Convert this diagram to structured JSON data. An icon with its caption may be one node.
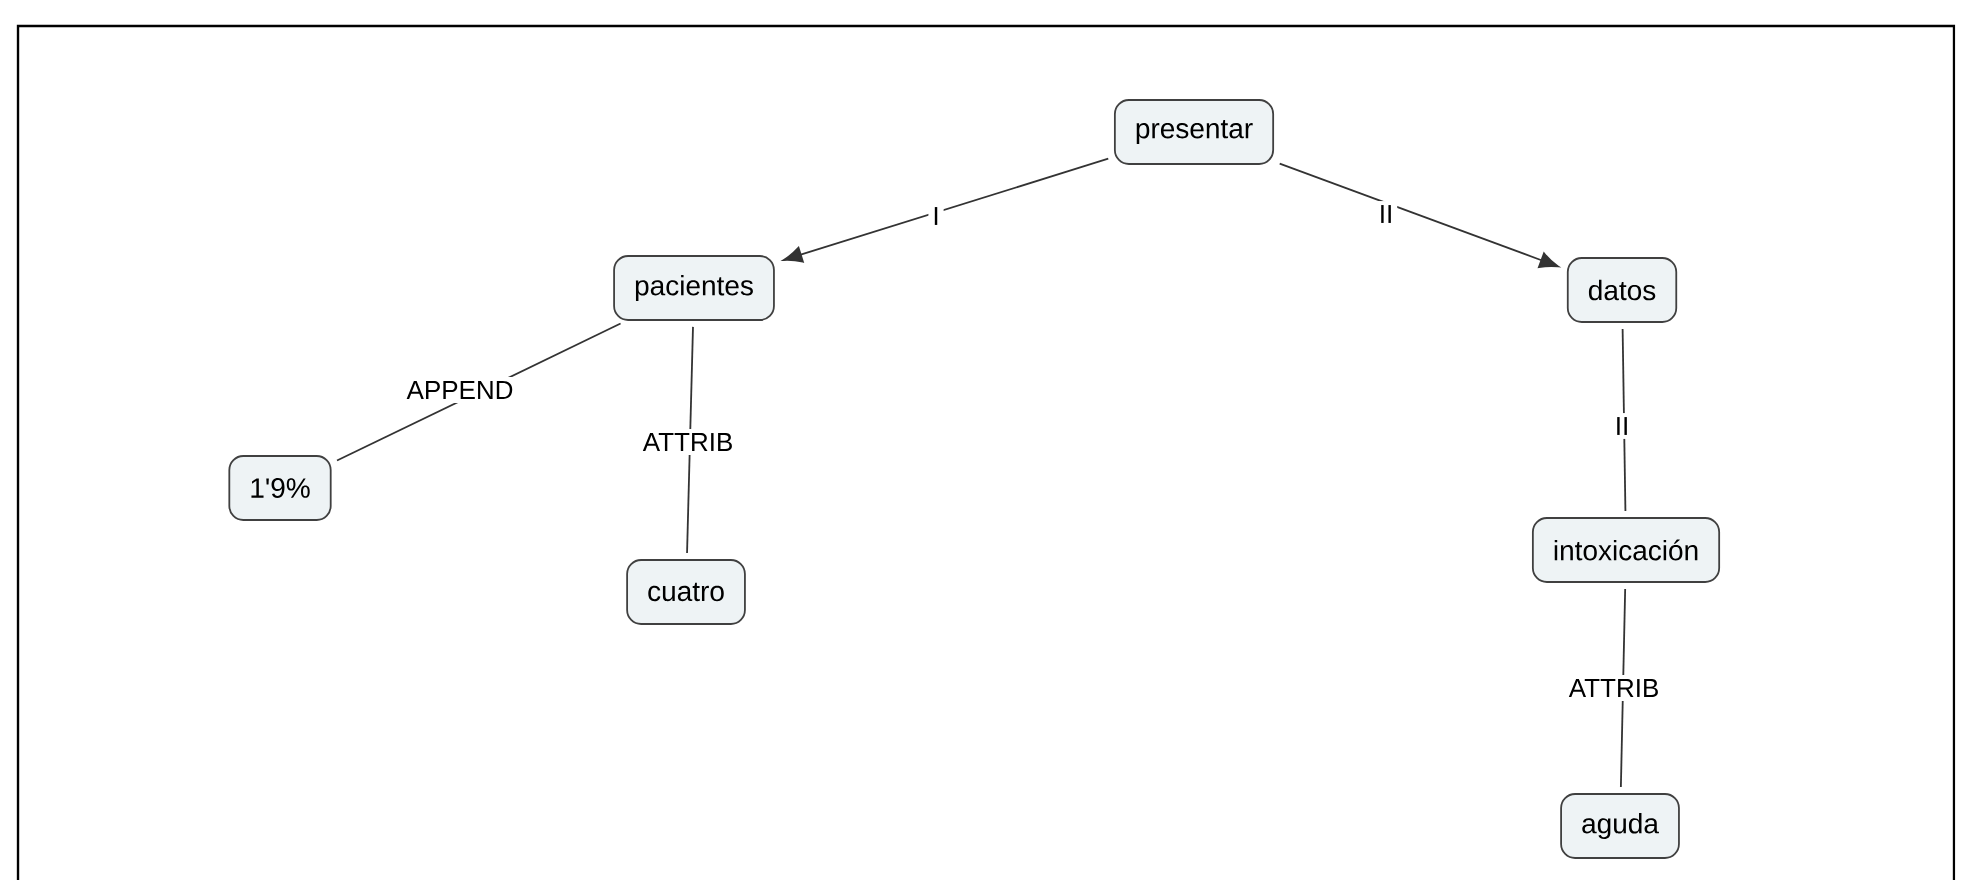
{
  "diagram": {
    "nodes": [
      {
        "text": [
          "presentar"
        ]
      },
      {
        "text": [
          "pacientes"
        ]
      },
      {
        "text": [
          "datos"
        ]
      },
      {
        "text": [
          "1'9%"
        ]
      },
      {
        "text": [
          "cuatro"
        ]
      },
      {
        "text": [
          "intoxicación"
        ]
      },
      {
        "text": [
          "aguda"
        ]
      }
    ],
    "edges": [
      {
        "from": 0,
        "to": 1,
        "arrow": "to",
        "label": "I"
      },
      {
        "from": 0,
        "to": 2,
        "arrow": "to",
        "label": "II"
      },
      {
        "from": 1,
        "to": 3,
        "arrow": "none",
        "label": "APPEND"
      },
      {
        "from": 1,
        "to": 4,
        "arrow": "none",
        "label": "ATTRIB"
      },
      {
        "from": 2,
        "to": 5,
        "arrow": "none",
        "label": "II"
      },
      {
        "from": 5,
        "to": 6,
        "arrow": "none",
        "label": "ATTRIB"
      }
    ]
  }
}
